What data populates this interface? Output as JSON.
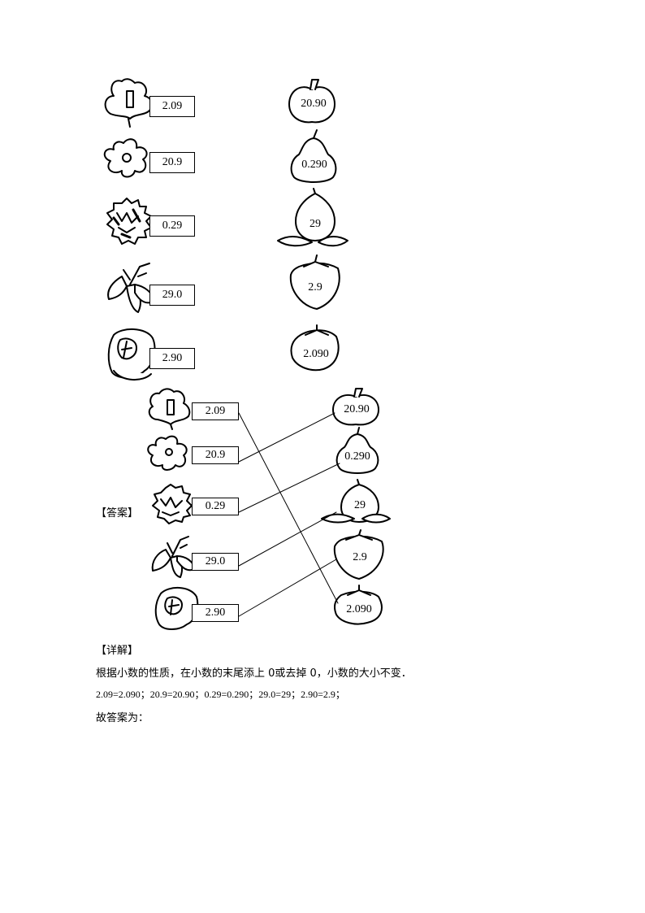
{
  "question": {
    "flowers": [
      {
        "label": "2.09",
        "icon": "flower-icon"
      },
      {
        "label": "20.9",
        "icon": "flower-icon"
      },
      {
        "label": "0.29",
        "icon": "flower-icon"
      },
      {
        "label": "29.0",
        "icon": "flower-icon"
      },
      {
        "label": "2.90",
        "icon": "flower-icon"
      }
    ],
    "fruits": [
      {
        "label": "20.90",
        "icon": "apple-icon"
      },
      {
        "label": "0.290",
        "icon": "pear-icon"
      },
      {
        "label": "29",
        "icon": "peach-icon"
      },
      {
        "label": "2.9",
        "icon": "strawberry-icon"
      },
      {
        "label": "2.090",
        "icon": "tomato-icon"
      }
    ]
  },
  "answer": {
    "heading": "【答案】",
    "flowers": [
      "2.09",
      "20.9",
      "0.29",
      "29.0",
      "2.90"
    ],
    "fruits": [
      "20.90",
      "0.290",
      "29",
      "2.9",
      "2.090"
    ]
  },
  "explanation": {
    "heading": "【详解】",
    "line1": "根据小数的性质，在小数的末尾添上 0或去掉 0，小数的大小不变．",
    "line2": "2.09=2.090；20.9=20.90；0.29=0.290；29.0=29；2.90=2.9；",
    "line3": "故答案为："
  }
}
